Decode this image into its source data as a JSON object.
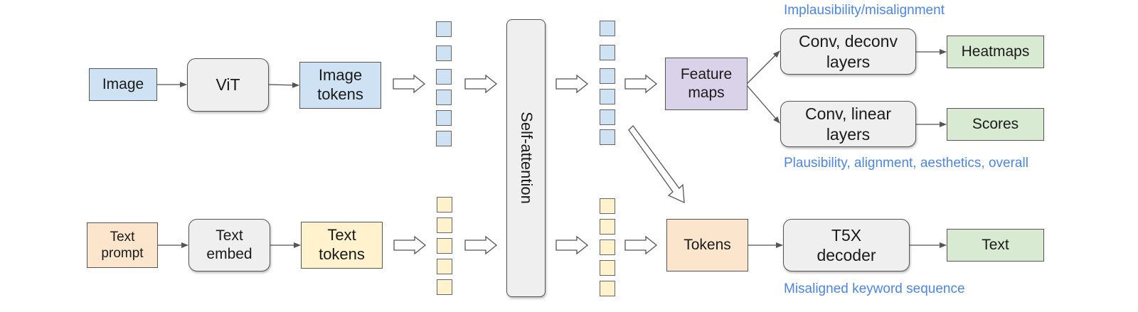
{
  "nodes": {
    "image": "Image",
    "vit": "ViT",
    "image_tokens": "Image\ntokens",
    "text_prompt": "Text\nprompt",
    "text_embed": "Text\nembed",
    "text_tokens": "Text\ntokens",
    "self_attention": "Self-attention",
    "feature_maps": "Feature\nmaps",
    "conv_deconv": "Conv, deconv\nlayers",
    "conv_linear": "Conv, linear\nlayers",
    "heatmaps": "Heatmaps",
    "scores": "Scores",
    "tokens": "Tokens",
    "t5x_decoder": "T5X\ndecoder",
    "text_out": "Text"
  },
  "annotations": {
    "heatmaps_note": "Implausibility/misalignment",
    "scores_note": "Plausibility, alignment, aesthetics, overall",
    "text_note": "Misaligned keyword sequence"
  },
  "colors": {
    "image_blue": "#cfe2f3",
    "text_yellow": "#fff2cc",
    "tokens_orange": "#fce5cd",
    "feature_purple": "#d9d2e9",
    "output_green": "#d9ead3",
    "process_gray": "#efefef",
    "note_blue": "#4a86e8"
  }
}
